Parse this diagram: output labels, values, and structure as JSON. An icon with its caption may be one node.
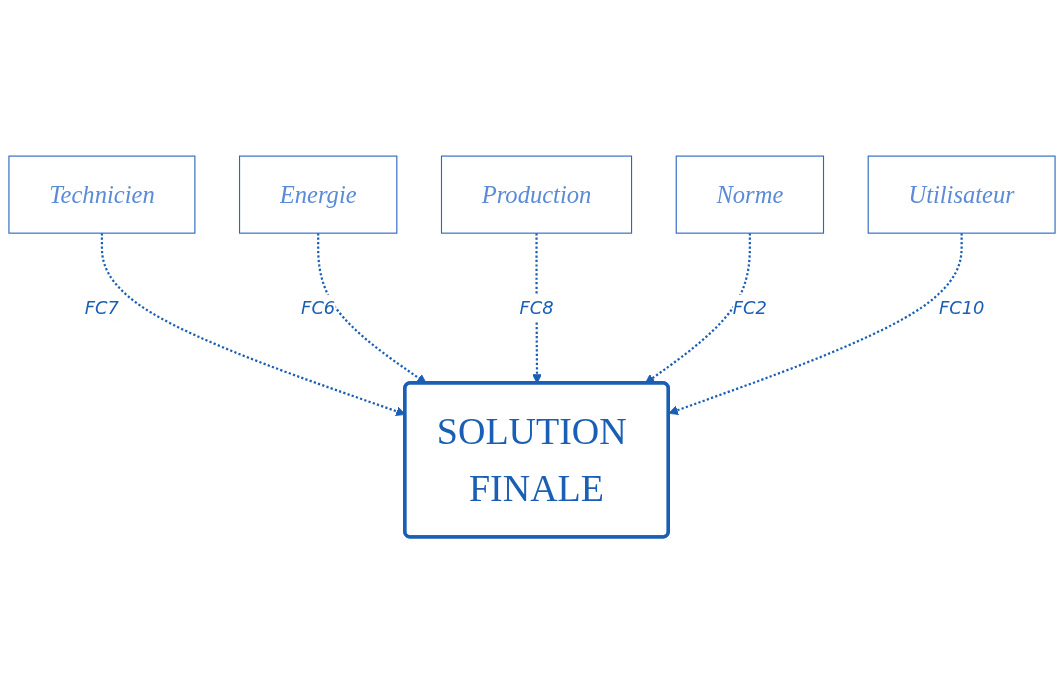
{
  "diagram": {
    "nodes": [
      {
        "text": [
          "Technicien"
        ]
      },
      {
        "text": [
          "Energie"
        ]
      },
      {
        "text": [
          "SOLUTION FINALE"
        ]
      },
      {
        "text": [
          "Production"
        ]
      },
      {
        "text": [
          "Utilisateur"
        ]
      },
      {
        "text": [
          "Norme"
        ]
      }
    ],
    "edges": [
      {
        "from": 0,
        "to": 2,
        "arrow": "to",
        "label": "FC7",
        "style": "dashed"
      },
      {
        "from": 1,
        "to": 2,
        "arrow": "to",
        "label": "FC6",
        "style": "dashed"
      },
      {
        "from": 3,
        "to": 2,
        "arrow": "to",
        "label": "FC8",
        "style": "dashed"
      },
      {
        "from": 5,
        "to": 2,
        "arrow": "to",
        "label": "FC2",
        "style": "dashed"
      },
      {
        "from": 4,
        "to": 2,
        "arrow": "to",
        "label": "FC10",
        "style": "dashed"
      }
    ]
  }
}
